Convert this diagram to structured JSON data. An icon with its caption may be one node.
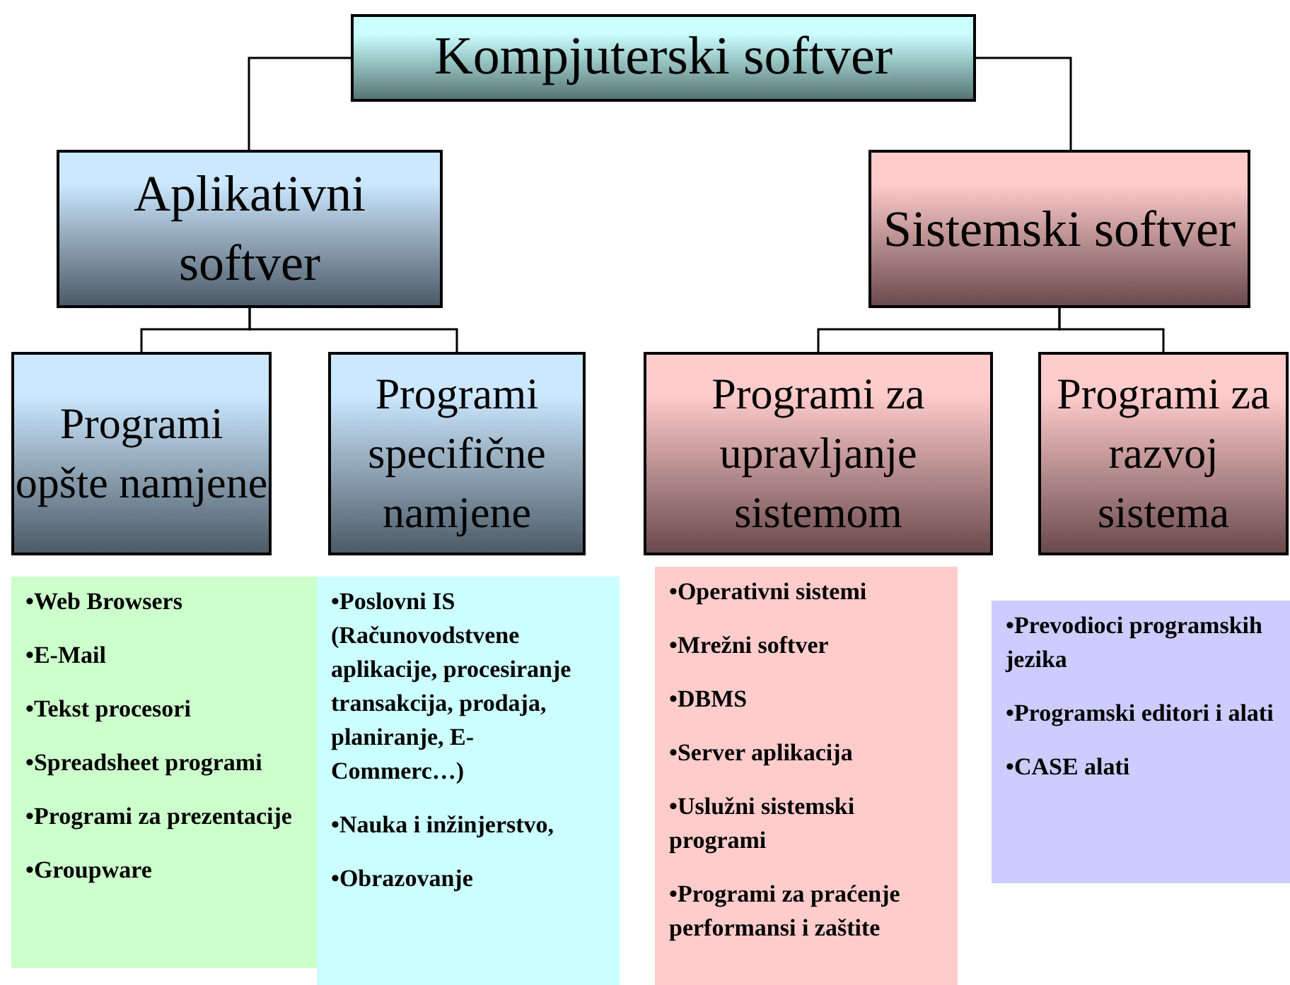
{
  "diagram": {
    "nodes": [
      {
        "text": [
          "Kompjuterski softver"
        ]
      },
      {
        "text": [
          "Aplikativni softver"
        ]
      },
      {
        "text": [
          "Sistemski softver"
        ]
      },
      {
        "text": [
          "Programi opšte namjene"
        ]
      },
      {
        "text": [
          "Programi specifične namjene"
        ]
      },
      {
        "text": [
          "Programi za upravljanje sistemom"
        ]
      },
      {
        "text": [
          "Programi za razvoj sistema"
        ]
      },
      {
        "text": [
          "•Web Browsers",
          "•E-Mail",
          "•Tekst procesori",
          "•Spreadsheet programi",
          "•Programi za prezentacije",
          "•Groupware"
        ]
      },
      {
        "text": [
          "•Poslovni IS (Računovodstvene aplikacije, procesiranje transakcija, prodaja, planiranje, E-Commerc…)",
          "•Nauka i inžinjerstvo,",
          "•Obrazovanje"
        ]
      },
      {
        "text": [
          "•Operativni sistemi",
          "•Mrežni softver",
          "•DBMS",
          "•Server aplikacija",
          "•Uslužni sistemski programi",
          "•Programi za praćenje performansi i zaštite"
        ]
      },
      {
        "text": [
          "•Prevodioci programskih jezika",
          "•Programski editori i alati",
          "•CASE alati"
        ]
      }
    ],
    "edges": [
      {
        "from": 0,
        "to": 1,
        "arrow": "none"
      },
      {
        "from": 0,
        "to": 2,
        "arrow": "none"
      },
      {
        "from": 1,
        "to": 3,
        "arrow": "none"
      },
      {
        "from": 1,
        "to": 4,
        "arrow": "none"
      },
      {
        "from": 2,
        "to": 5,
        "arrow": "none"
      },
      {
        "from": 2,
        "to": 6,
        "arrow": "none"
      }
    ]
  }
}
